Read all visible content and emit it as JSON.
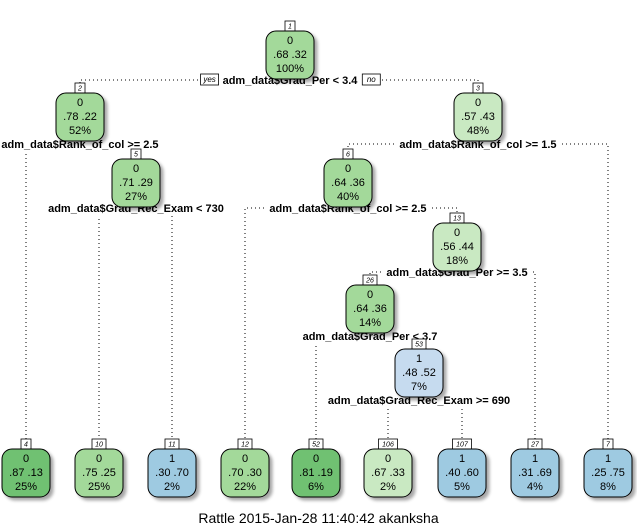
{
  "footer": "Rattle 2015-Jan-28 11:40:42 akanksha",
  "branch_labels": {
    "yes": "yes",
    "no": "no"
  },
  "colors": {
    "green_strong": "#6fc172",
    "green_mid": "#a3d99a",
    "green_light": "#c9e9c2",
    "blue": "#9ecae1",
    "blue_light": "#c6dbef"
  },
  "nodes": [
    {
      "id": "1",
      "class": "0",
      "probs": ".68  .32",
      "pct": "100%",
      "color": "green_mid",
      "split": "adm_data$Grad_Per < 3.4"
    },
    {
      "id": "2",
      "class": "0",
      "probs": ".78  .22",
      "pct": "52%",
      "color": "green_mid",
      "split": "adm_data$Rank_of_col >= 2.5"
    },
    {
      "id": "3",
      "class": "0",
      "probs": ".57  .43",
      "pct": "48%",
      "color": "green_light",
      "split": "adm_data$Rank_of_col >= 1.5"
    },
    {
      "id": "5",
      "class": "0",
      "probs": ".71  .29",
      "pct": "27%",
      "color": "green_mid",
      "split": "adm_data$Grad_Rec_Exam < 730"
    },
    {
      "id": "6",
      "class": "0",
      "probs": ".64  .36",
      "pct": "40%",
      "color": "green_mid",
      "split": "adm_data$Rank_of_col >= 2.5"
    },
    {
      "id": "13",
      "class": "0",
      "probs": ".56  .44",
      "pct": "18%",
      "color": "green_light",
      "split": "adm_data$Grad_Per >= 3.5"
    },
    {
      "id": "26",
      "class": "0",
      "probs": ".64  .36",
      "pct": "14%",
      "color": "green_mid",
      "split": "adm_data$Grad_Per < 3.7"
    },
    {
      "id": "53",
      "class": "1",
      "probs": ".48  .52",
      "pct": "7%",
      "color": "blue_light",
      "split": "adm_data$Grad_Rec_Exam >= 690"
    },
    {
      "id": "4",
      "class": "0",
      "probs": ".87  .13",
      "pct": "25%",
      "color": "green_strong",
      "split": ""
    },
    {
      "id": "10",
      "class": "0",
      "probs": ".75  .25",
      "pct": "25%",
      "color": "green_mid",
      "split": ""
    },
    {
      "id": "11",
      "class": "1",
      "probs": ".30  .70",
      "pct": "2%",
      "color": "blue",
      "split": ""
    },
    {
      "id": "12",
      "class": "0",
      "probs": ".70  .30",
      "pct": "22%",
      "color": "green_mid",
      "split": ""
    },
    {
      "id": "52",
      "class": "0",
      "probs": ".81  .19",
      "pct": "6%",
      "color": "green_strong",
      "split": ""
    },
    {
      "id": "106",
      "class": "0",
      "probs": ".67  .33",
      "pct": "2%",
      "color": "green_light",
      "split": ""
    },
    {
      "id": "107",
      "class": "1",
      "probs": ".40  .60",
      "pct": "5%",
      "color": "blue",
      "split": ""
    },
    {
      "id": "27",
      "class": "1",
      "probs": ".31  .69",
      "pct": "4%",
      "color": "blue",
      "split": ""
    },
    {
      "id": "7",
      "class": "1",
      "probs": ".25  .75",
      "pct": "8%",
      "color": "blue",
      "split": ""
    }
  ],
  "edges": [
    [
      "1",
      "2"
    ],
    [
      "1",
      "3"
    ],
    [
      "2",
      "4"
    ],
    [
      "2",
      "5"
    ],
    [
      "5",
      "10"
    ],
    [
      "5",
      "11"
    ],
    [
      "3",
      "6"
    ],
    [
      "3",
      "7"
    ],
    [
      "6",
      "12"
    ],
    [
      "6",
      "13"
    ],
    [
      "13",
      "26"
    ],
    [
      "13",
      "27"
    ],
    [
      "26",
      "52"
    ],
    [
      "26",
      "53"
    ],
    [
      "53",
      "106"
    ],
    [
      "53",
      "107"
    ]
  ]
}
